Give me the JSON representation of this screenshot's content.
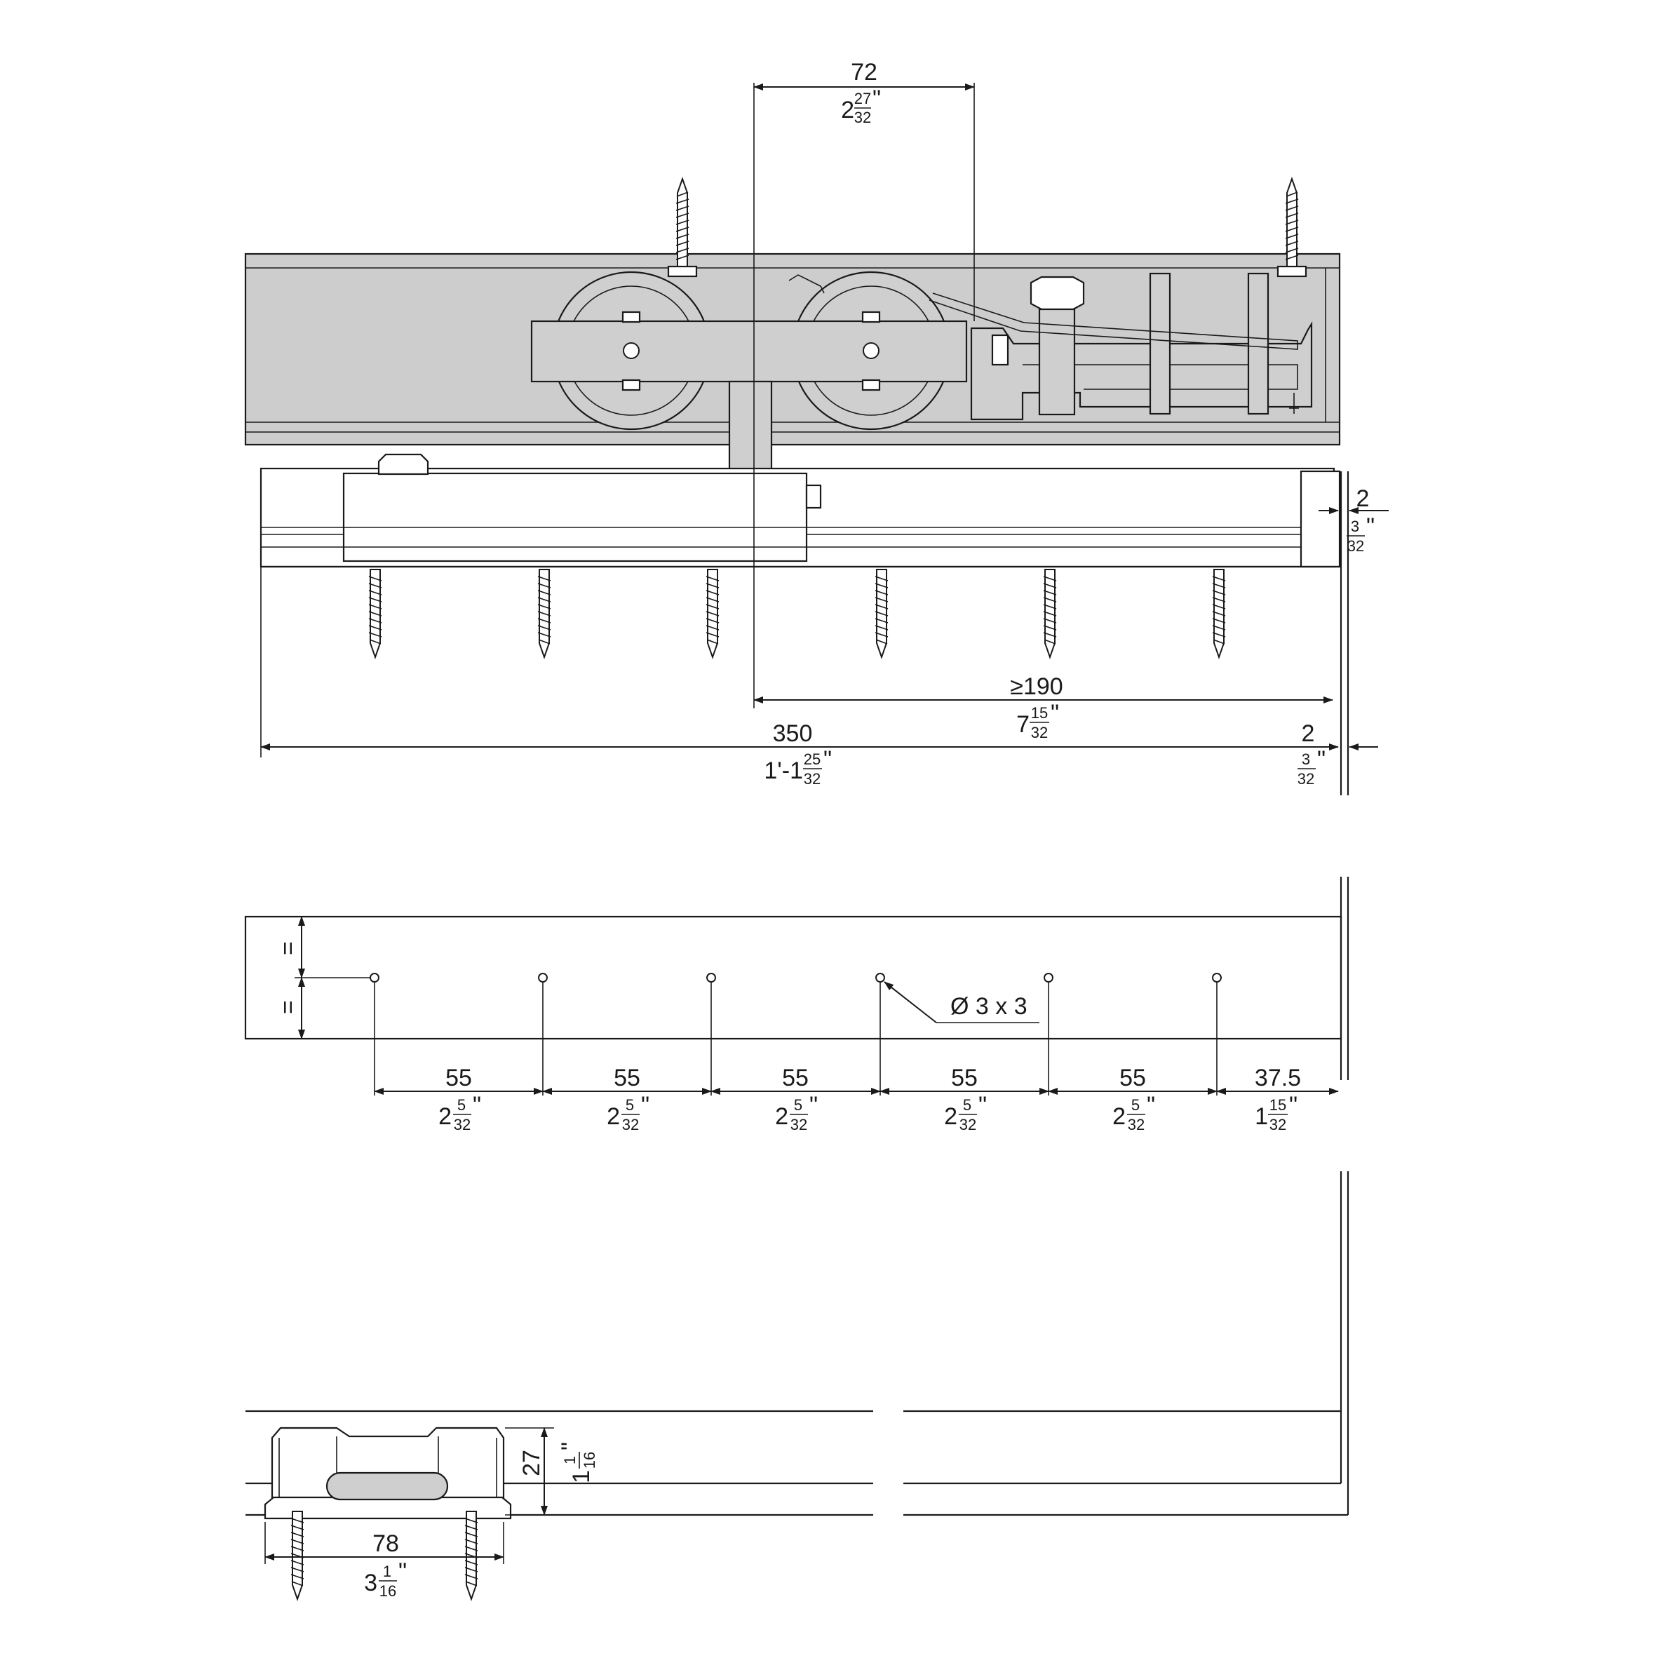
{
  "colors": {
    "line": "#1a1a1a",
    "track_fill": "#cdcdcd",
    "background": "#ffffff"
  },
  "dims": {
    "d72": {
      "metric": "72",
      "imp_whole": "2",
      "imp_num": "27",
      "imp_den": "32",
      "inch": "\""
    },
    "d2_top": {
      "metric": "2",
      "imp_whole": "",
      "imp_num": "3",
      "imp_den": "32",
      "inch": "\""
    },
    "d190": {
      "metric": "≥190",
      "imp_whole": "7",
      "imp_num": "15",
      "imp_den": "32",
      "inch": "\""
    },
    "d350": {
      "metric": "350",
      "imp_whole": "1'-1",
      "imp_num": "25",
      "imp_den": "32",
      "inch": "\""
    },
    "d2_bottom": {
      "metric": "2",
      "imp_whole": "",
      "imp_num": "3",
      "imp_den": "32",
      "inch": "\""
    },
    "hole_note": "Ø 3 x 3",
    "equal_mark": "=",
    "spacings": [
      {
        "metric": "55",
        "imp_whole": "2",
        "imp_num": "5",
        "imp_den": "32",
        "inch": "\""
      },
      {
        "metric": "55",
        "imp_whole": "2",
        "imp_num": "5",
        "imp_den": "32",
        "inch": "\""
      },
      {
        "metric": "55",
        "imp_whole": "2",
        "imp_num": "5",
        "imp_den": "32",
        "inch": "\""
      },
      {
        "metric": "55",
        "imp_whole": "2",
        "imp_num": "5",
        "imp_den": "32",
        "inch": "\""
      },
      {
        "metric": "55",
        "imp_whole": "2",
        "imp_num": "5",
        "imp_den": "32",
        "inch": "\""
      },
      {
        "metric": "37.5",
        "imp_whole": "1",
        "imp_num": "15",
        "imp_den": "32",
        "inch": "\""
      }
    ],
    "d27": {
      "metric": "27",
      "imp_whole": "1",
      "imp_num": "1",
      "imp_den": "16",
      "inch": "\""
    },
    "d78": {
      "metric": "78",
      "imp_whole": "3",
      "imp_num": "1",
      "imp_den": "16",
      "inch": "\""
    }
  }
}
